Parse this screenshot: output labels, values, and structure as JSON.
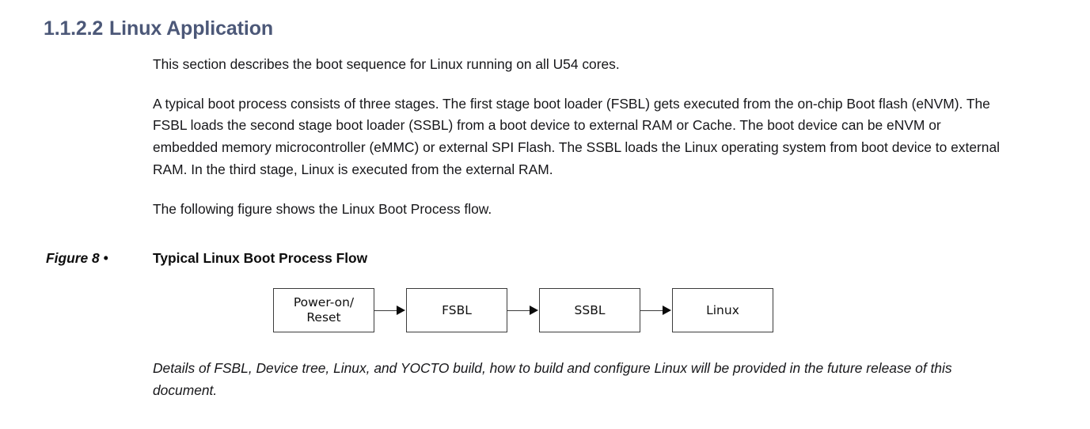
{
  "section": {
    "number": "1.1.2.2",
    "title": "Linux Application",
    "heading_color": "#4c5878"
  },
  "body": {
    "paragraphs": [
      "This section describes the boot sequence for Linux running on all U54 cores.",
      "A typical boot process consists of three stages. The first stage boot loader (FSBL) gets executed from the on-chip Boot flash (eNVM). The FSBL loads the second stage boot loader (SSBL) from a boot device to external RAM or Cache. The boot device can be eNVM or embedded memory microcontroller (eMMC) or external SPI Flash. The SSBL loads the Linux operating system from boot device to external RAM. In the third stage, Linux is executed from the external RAM.",
      "The following figure shows the Linux Boot Process flow."
    ]
  },
  "figure": {
    "label": "Figure 8 •",
    "title": "Typical Linux Boot Process Flow",
    "diagram": {
      "type": "flow",
      "border_color": "#3c3c3c",
      "arrow_color": "#0b0b0b",
      "nodes": [
        {
          "label": "Power-on/\nReset"
        },
        {
          "label": "FSBL"
        },
        {
          "label": "SSBL"
        },
        {
          "label": "Linux"
        }
      ],
      "arrows": [
        {
          "from": "Power-on/Reset",
          "to": "FSBL"
        },
        {
          "from": "FSBL",
          "to": "SSBL"
        },
        {
          "from": "SSBL",
          "to": "Linux"
        }
      ]
    }
  },
  "note": {
    "text": "Details of FSBL, Device tree, Linux, and YOCTO build, how to build and configure Linux will be provided in the future release of this document."
  }
}
